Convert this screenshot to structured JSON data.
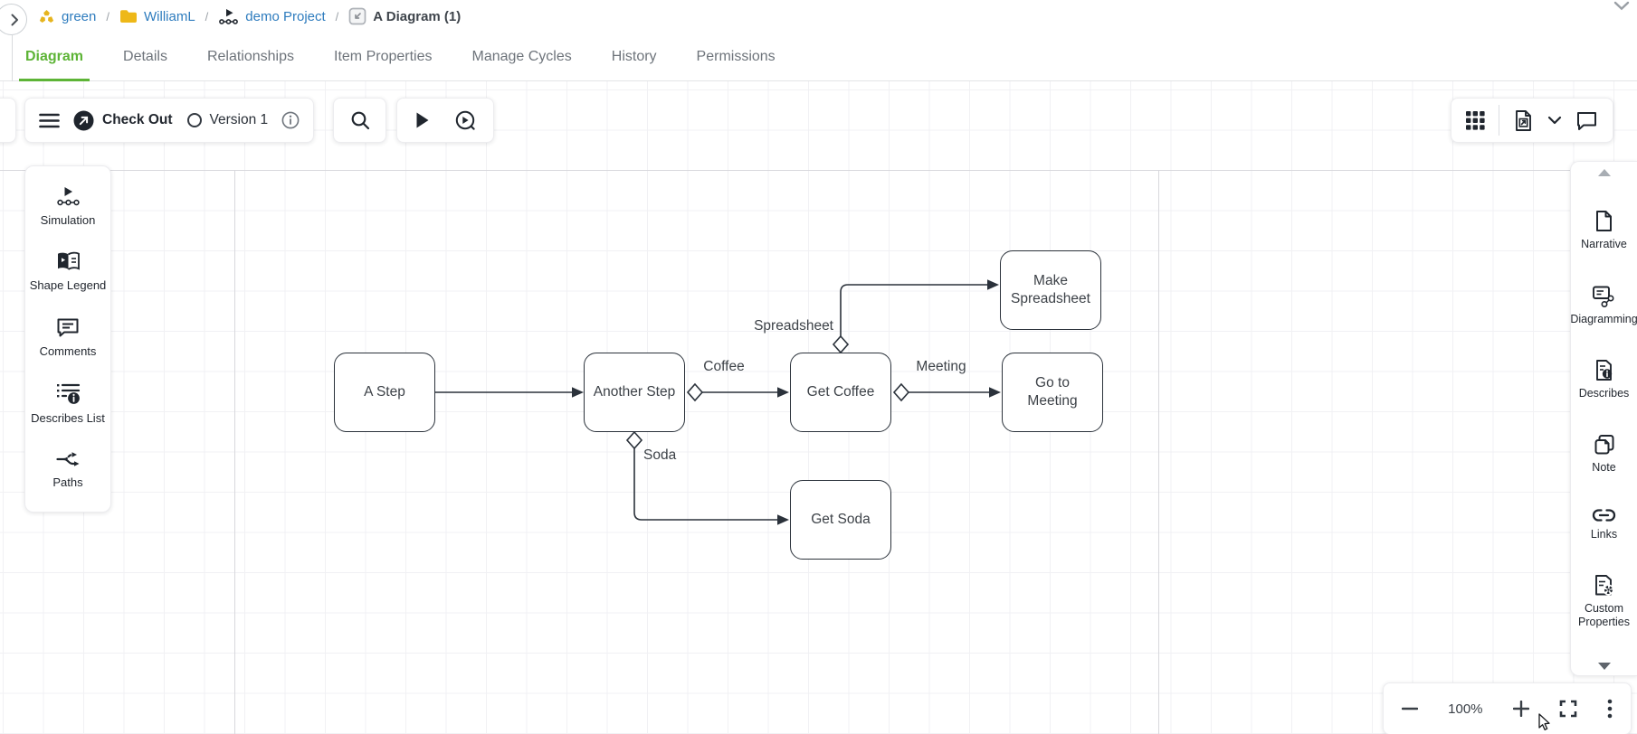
{
  "breadcrumb": {
    "separator": "/",
    "items": [
      "green",
      "WilliamL",
      "demo Project",
      "A Diagram (1)"
    ]
  },
  "tabs": [
    "Diagram",
    "Details",
    "Relationships",
    "Item Properties",
    "Manage Cycles",
    "History",
    "Permissions"
  ],
  "toolbar": {
    "check_out": "Check Out",
    "version": "Version 1"
  },
  "left_panel": [
    "Simulation",
    "Shape Legend",
    "Comments",
    "Describes List",
    "Paths"
  ],
  "right_panel": [
    "Narrative",
    "Diagramming",
    "Describes",
    "Note",
    "Links",
    "Custom Properties"
  ],
  "zoom_controls": {
    "level": "100%"
  },
  "diagram": {
    "nodes": {
      "a_step": "A Step",
      "another_step": "Another Step",
      "get_coffee": "Get Coffee",
      "go_to_meeting": "Go to Meeting",
      "make_spreadsheet": "Make Spreadsheet",
      "get_soda": "Get Soda"
    },
    "edge_labels": {
      "coffee": "Coffee",
      "spreadsheet": "Spreadsheet",
      "meeting": "Meeting",
      "soda": "Soda"
    }
  },
  "colors": {
    "accent_green": "#5db436",
    "link_blue": "#2e7cbe",
    "icon_dark": "#20262e",
    "node_border": "#2b323b",
    "folder_yellow": "#eeb818"
  }
}
